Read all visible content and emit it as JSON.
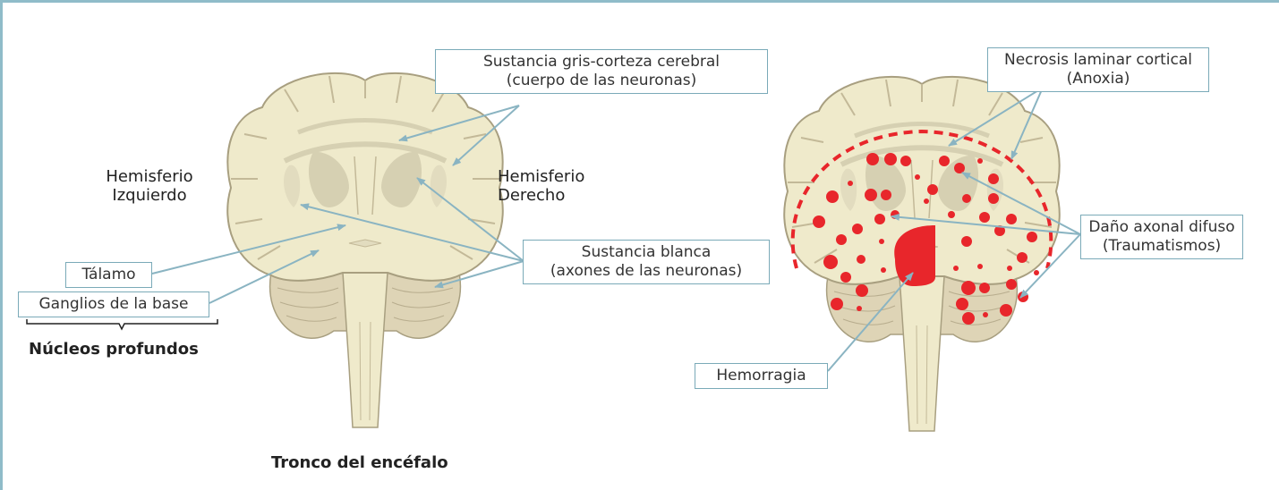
{
  "left_diagram": {
    "gray_matter": {
      "line1": "Sustancia gris-corteza cerebral",
      "line2": "(cuerpo de las neuronas)"
    },
    "left_hemisphere": {
      "line1": "Hemisferio",
      "line2": "Izquierdo"
    },
    "right_hemisphere": {
      "line1": "Hemisferio",
      "line2": "Derecho"
    },
    "white_matter": {
      "line1": "Sustancia blanca",
      "line2": "(axones de las neuronas)"
    },
    "thalamus": "Tálamo",
    "basal_ganglia": "Ganglios de la base",
    "deep_nuclei": "Núcleos profundos",
    "brainstem": "Tronco del encéfalo"
  },
  "right_diagram": {
    "cortical_necrosis": {
      "line1": "Necrosis laminar cortical",
      "line2": "(Anoxia)"
    },
    "axonal_damage": {
      "line1": "Daño axonal difuso",
      "line2": "(Traumatismos)"
    },
    "hemorrhage": "Hemorragia"
  },
  "colors": {
    "brain_fill": "#efeacb",
    "brain_outline": "#a89f80",
    "deep_gray": "#d6d0b2",
    "cerebellum": "#ded4b6",
    "label_border": "#7aaab8",
    "arrow": "#8ab4c2",
    "lesion_red": "#e8262b"
  }
}
